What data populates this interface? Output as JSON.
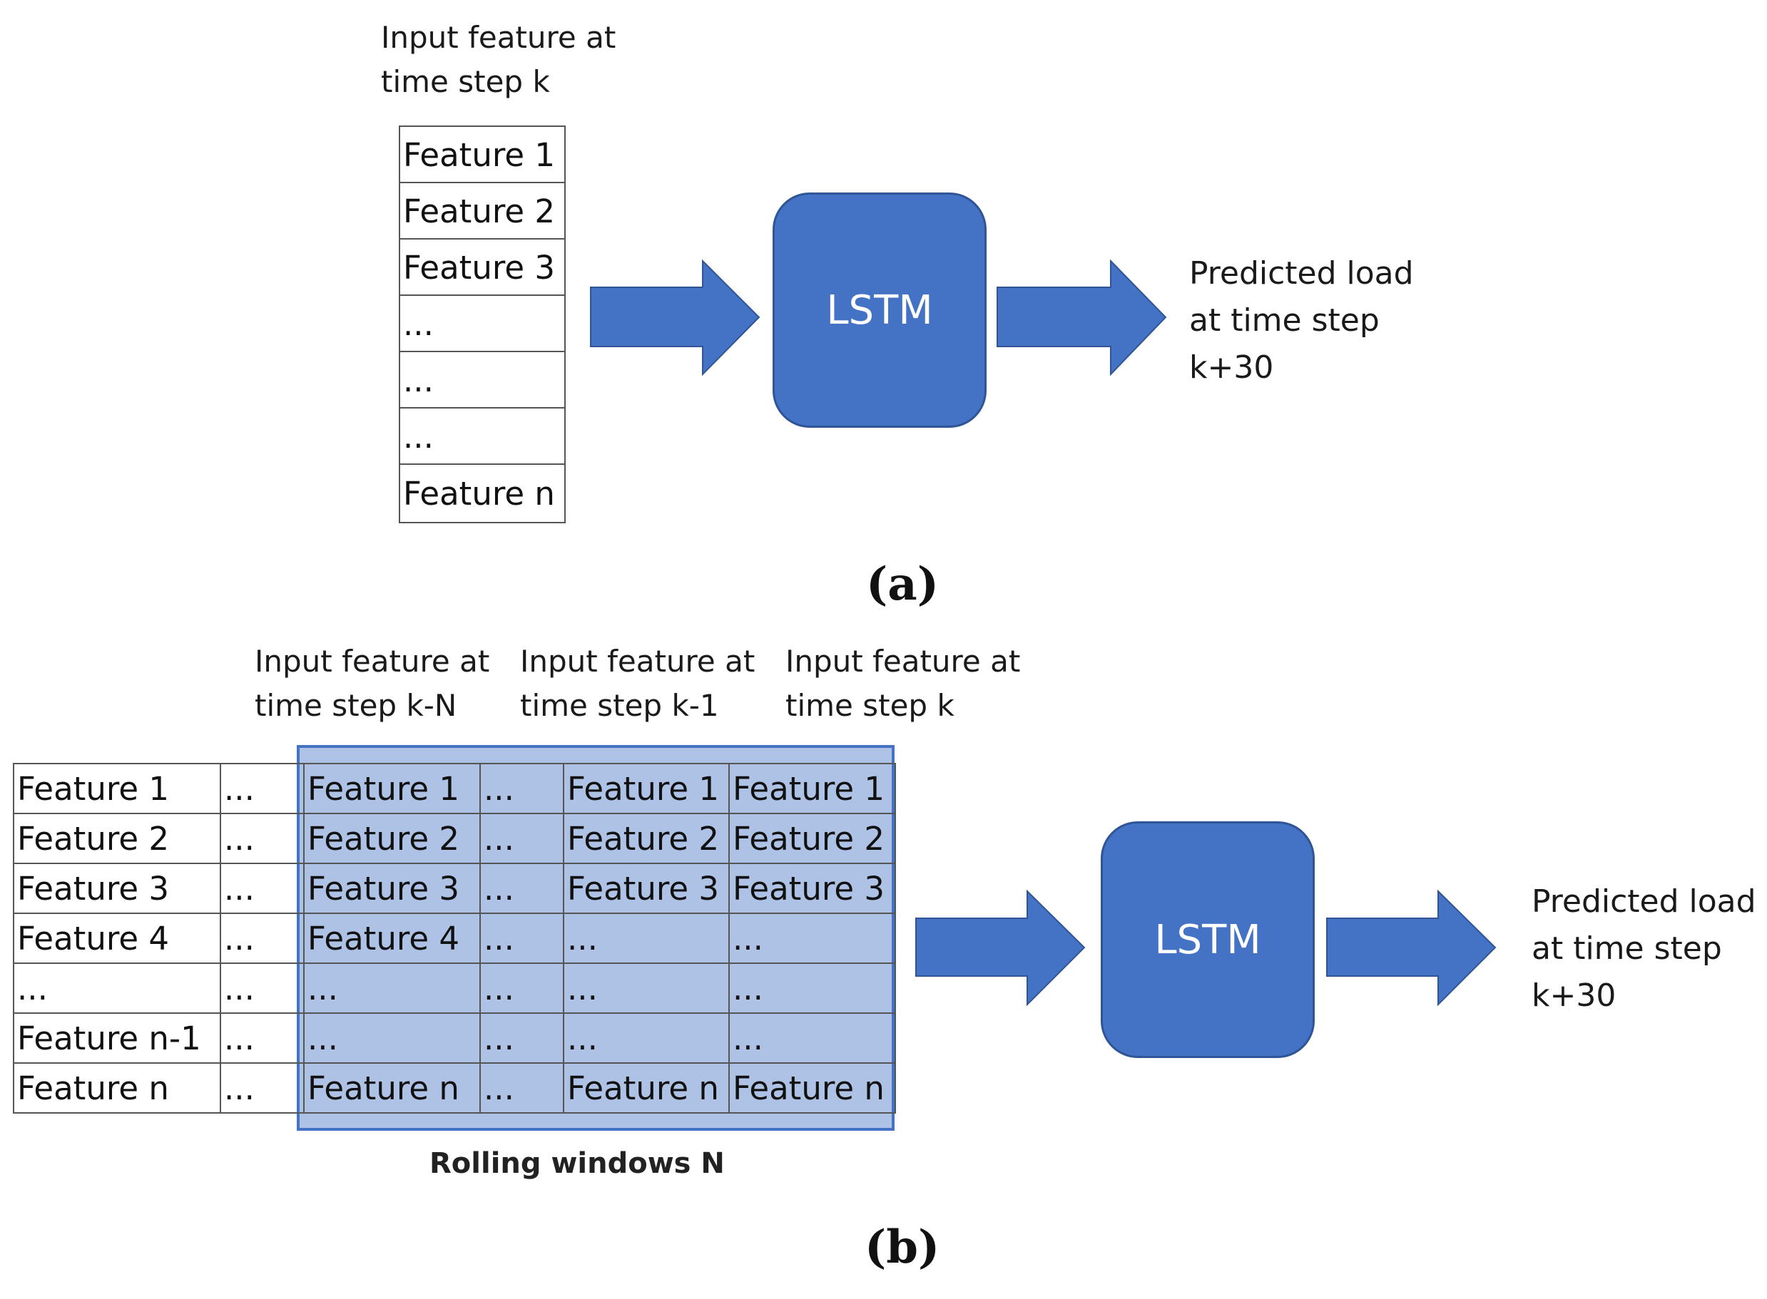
{
  "panel_a": {
    "input_caption": [
      "Input feature at",
      "time step k"
    ],
    "features": [
      "Feature 1",
      "Feature 2",
      "Feature 3",
      "...",
      "...",
      "...",
      "Feature n"
    ],
    "model_label": "LSTM",
    "output_caption": [
      "Predicted load",
      "at time step",
      "k+30"
    ],
    "panel_label": "(a)"
  },
  "panel_b": {
    "step_captions": [
      [
        "Input feature at",
        "time step k-N"
      ],
      [
        "Input feature at",
        "time step k-1"
      ],
      [
        "Input feature at",
        "time step k"
      ]
    ],
    "table": {
      "columns": [
        [
          "Feature 1",
          "Feature 2",
          "Feature 3",
          "Feature 4",
          "...",
          "Feature n-1",
          "Feature n"
        ],
        [
          "...",
          "...",
          "...",
          "...",
          "...",
          "...",
          "..."
        ],
        [
          "Feature 1",
          "Feature 2",
          "Feature 3",
          "Feature 4",
          "...",
          "...",
          "Feature n"
        ],
        [
          "...",
          "...",
          "...",
          "...",
          "...",
          "...",
          "..."
        ],
        [
          "Feature 1",
          "Feature 2",
          "Feature 3",
          "...",
          "...",
          "...",
          "Feature n"
        ],
        [
          "Feature 1",
          "Feature 2",
          "Feature 3",
          "...",
          "...",
          "...",
          "Feature n"
        ]
      ]
    },
    "window_label": "Rolling windows N",
    "model_label": "LSTM",
    "output_caption": [
      "Predicted load",
      "at time step",
      "k+30"
    ],
    "panel_label": "(b)"
  },
  "colors": {
    "lstm_fill": "#4472c4",
    "lstm_border": "#2f5597",
    "arrow_fill": "#4472c4",
    "window_fill": "#8faadc",
    "cell_border": "#555555"
  }
}
